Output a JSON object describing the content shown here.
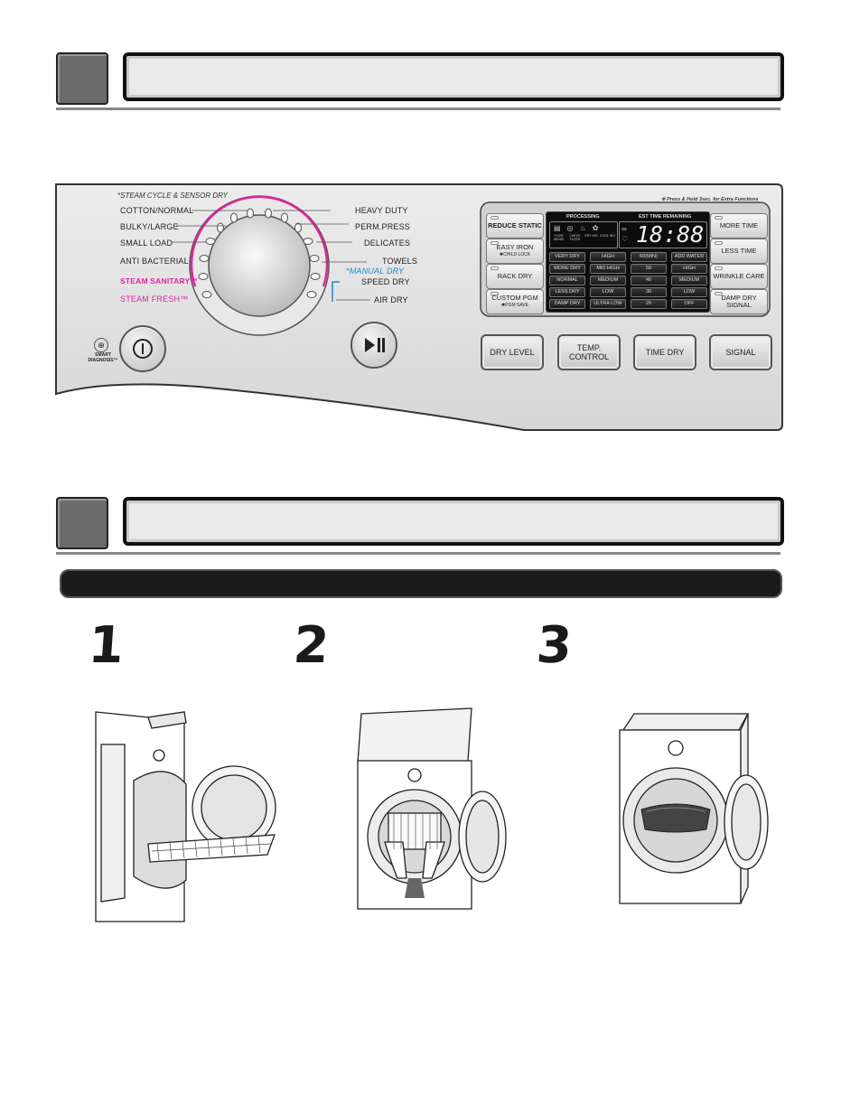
{
  "panel": {
    "notes": {
      "steam_cycle": "*STEAM CYCLE & SENSOR DRY",
      "manual_dry": "*MANUAL DRY",
      "press_hold": "※ Press & Hold 3sec. for Extra Functions"
    },
    "left_cycles": [
      "COTTON/NORMAL",
      "BULKY/LARGE",
      "SMALL LOAD",
      "ANTI BACTERIAL",
      "STEAM SANITARY™",
      "STEAM FRESH™"
    ],
    "right_cycles": [
      "HEAVY DUTY",
      "PERM.PRESS",
      "DELICATES",
      "TOWELS",
      "SPEED DRY",
      "AIR DRY"
    ],
    "smart_diagnosis": "SMART DIAGNOSIS™",
    "display": {
      "processing": "PROCESSING",
      "est_time": "EST TIME REMAINING",
      "digits": "18:88",
      "icons": [
        "FLOW SENSE",
        "CHECK FILTER",
        "DRY ING",
        "COOL ING"
      ],
      "columns": [
        [
          "VERY DRY",
          "MORE DRY",
          "NORMAL",
          "LESS DRY",
          "DAMP DRY"
        ],
        [
          "HIGH",
          "MID HIGH",
          "MEDIUM",
          "LOW",
          "ULTRA LOW"
        ],
        [
          "60(MIN)",
          "50",
          "40",
          "30",
          "20"
        ],
        [
          "ADD WATER",
          "HIGH",
          "MEDIUM",
          "LOW",
          "OFF"
        ]
      ]
    },
    "left_buttons": [
      {
        "label": "REDUCE STATIC",
        "sub": ""
      },
      {
        "label": "EASY IRON",
        "sub": "✱CHILD LOCK"
      },
      {
        "label": "RACK DRY",
        "sub": ""
      },
      {
        "label": "CUSTOM PGM",
        "sub": "✱PGM SAVE"
      }
    ],
    "right_buttons": [
      {
        "label": "MORE TIME",
        "sub": ""
      },
      {
        "label": "LESS TIME",
        "sub": ""
      },
      {
        "label": "WRINKLE CARE",
        "sub": ""
      },
      {
        "label": "DAMP DRY SIGNAL",
        "sub": ""
      }
    ],
    "bottom_buttons": [
      "DRY LEVEL",
      "TEMP. CONTROL",
      "TIME DRY",
      "SIGNAL"
    ]
  },
  "steps": [
    "1",
    "2",
    "3"
  ],
  "colors": {
    "pink": "#e0259a",
    "blue": "#1e88d0",
    "panel": "#e3e3e3"
  }
}
